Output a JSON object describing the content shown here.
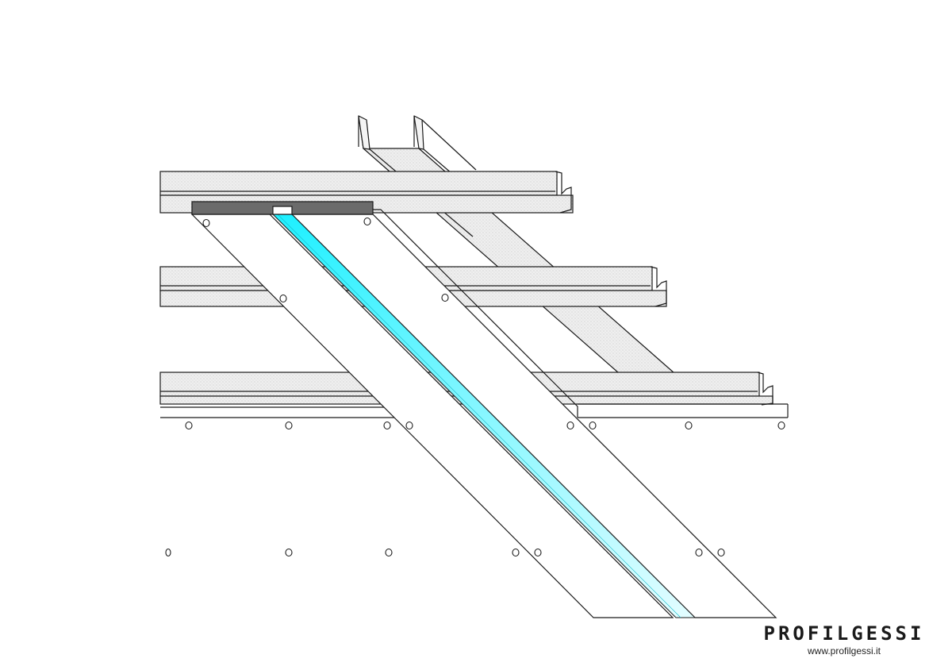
{
  "colors": {
    "background": "#ffffff",
    "stroke": "#1a1a1a",
    "profile_fill": "#ececec",
    "board_fill": "#ffffff",
    "bracket_fill": "#6b6b6b",
    "led_top": "#1ff0ff",
    "led_bottom": "#d6fbff"
  },
  "brand": {
    "logo_text": "PROFILGESSI",
    "url": "www.profilgessi.it",
    "logo_icon": "profilgessi-logo"
  }
}
